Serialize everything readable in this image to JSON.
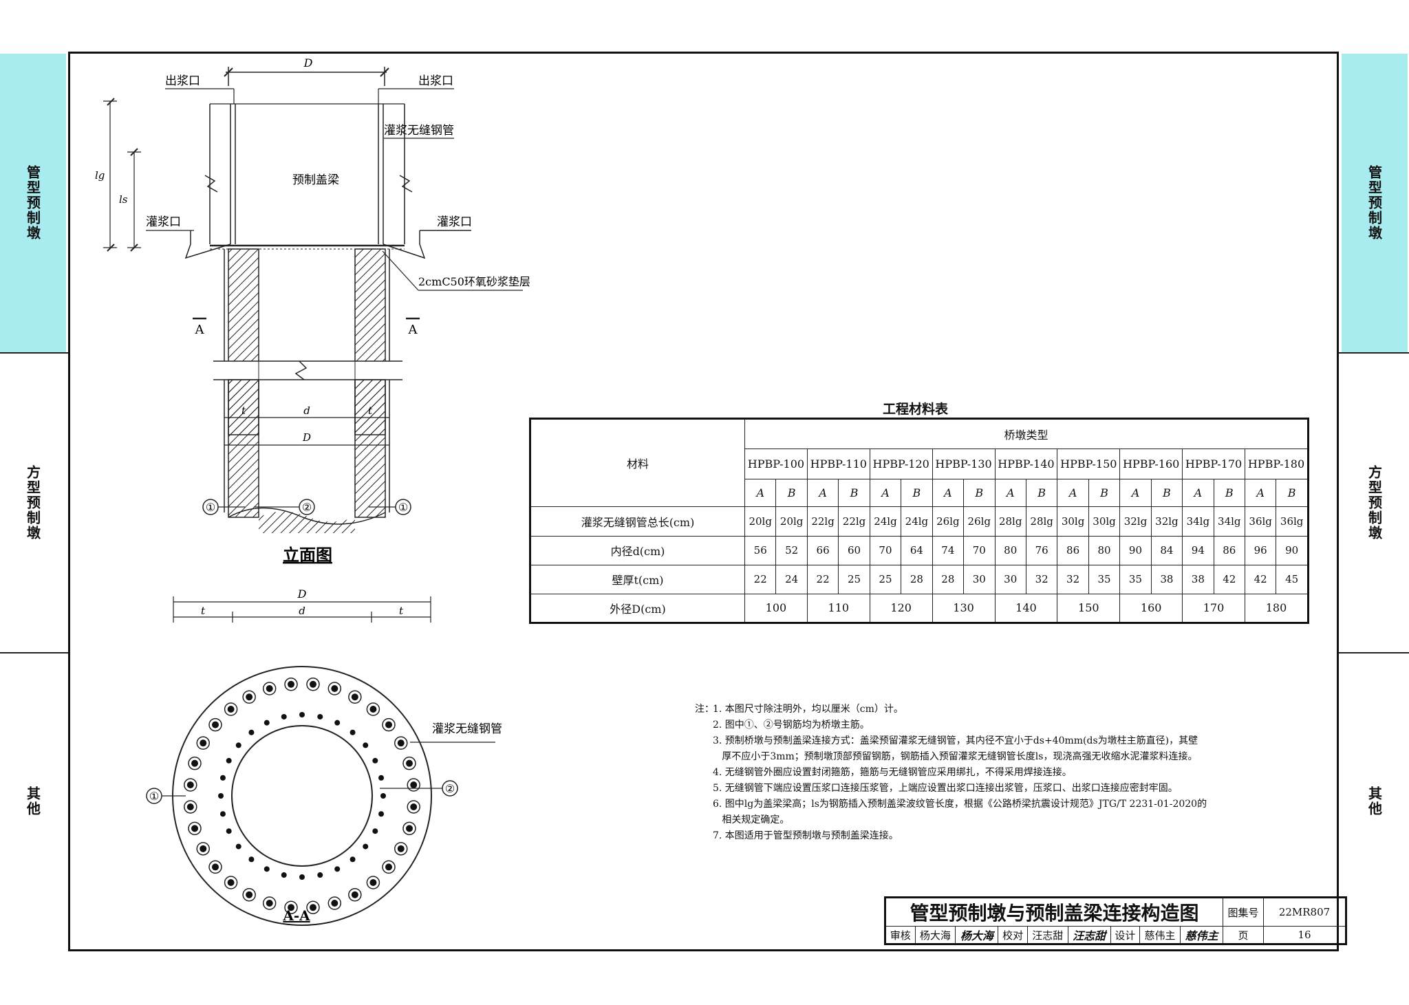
{
  "side_tabs": {
    "left": [
      "管型预制墩",
      "方型预制墩",
      "其他"
    ],
    "right": [
      "管型预制墩",
      "方型预制墩",
      "其他"
    ]
  },
  "elevation": {
    "title": "立面图",
    "labels": {
      "outlet_left": "出浆口",
      "outlet_right": "出浆口",
      "grout_pipe": "灌浆无缝钢管",
      "cap_beam": "预制盖梁",
      "inlet_left": "灌浆口",
      "inlet_right": "灌浆口",
      "mortar": "2cmC50环氧砂浆垫层",
      "section_a_left": "A",
      "section_a_right": "A",
      "dim_D_top": "D",
      "dim_lg": "lg",
      "dim_ls": "ls",
      "dim_t1": "t",
      "dim_d": "d",
      "dim_t2": "t",
      "dim_D": "D",
      "bar1_left": "①",
      "bar2": "②",
      "bar1_right": "①"
    }
  },
  "section": {
    "title": "A-A",
    "labels": {
      "dim_D": "D",
      "dim_t1": "t",
      "dim_d": "d",
      "dim_t2": "t",
      "grout_pipe": "灌浆无缝钢管",
      "bar1": "①",
      "bar2": "②"
    }
  },
  "material_table": {
    "title": "工程材料表",
    "header_material": "材料",
    "header_type": "桥墩类型",
    "types": [
      "HPBP-100",
      "HPBP-110",
      "HPBP-120",
      "HPBP-130",
      "HPBP-140",
      "HPBP-150",
      "HPBP-160",
      "HPBP-170",
      "HPBP-180"
    ],
    "subheaders": [
      "A",
      "B"
    ],
    "rows": [
      {
        "label": "灌浆无缝钢管总长(cm)",
        "values": [
          "20lg",
          "20lg",
          "22lg",
          "22lg",
          "24lg",
          "24lg",
          "26lg",
          "26lg",
          "28lg",
          "28lg",
          "30lg",
          "30lg",
          "32lg",
          "32lg",
          "34lg",
          "34lg",
          "36lg",
          "36lg"
        ]
      },
      {
        "label": "内径d(cm)",
        "values": [
          "56",
          "52",
          "66",
          "60",
          "70",
          "64",
          "74",
          "70",
          "80",
          "76",
          "86",
          "80",
          "90",
          "84",
          "94",
          "86",
          "96",
          "90"
        ]
      },
      {
        "label": "壁厚t(cm)",
        "values": [
          "22",
          "24",
          "22",
          "25",
          "25",
          "28",
          "28",
          "30",
          "30",
          "32",
          "32",
          "35",
          "35",
          "38",
          "38",
          "42",
          "42",
          "45"
        ]
      }
    ],
    "outer_row": {
      "label": "外径D(cm)",
      "values": [
        "100",
        "110",
        "120",
        "130",
        "140",
        "150",
        "160",
        "170",
        "180"
      ]
    }
  },
  "notes": {
    "label": "注：",
    "items": [
      "1. 本图尺寸除注明外，均以厘米（cm）计。",
      "2. 图中①、②号钢筋均为桥墩主筋。",
      "3. 预制桥墩与预制盖梁连接方式：盖梁预留灌浆无缝钢管，其内径不宜小于ds+40mm(ds为墩柱主筋直径)，其壁",
      "   厚不应小于3mm；预制墩顶部预留钢筋，钢筋插入预留灌浆无缝钢管长度ls，现浇高强无收缩水泥灌浆料连接。",
      "4. 无缝钢管外圈应设置封闭箍筋，箍筋与无缝钢管应采用绑扎，不得采用焊接连接。",
      "5. 无缝钢管下端应设置压浆口连接压浆管，上端应设置出浆口连接出浆管，压浆口、出浆口连接应密封牢固。",
      "6. 图中lg为盖梁梁高；ls为钢筋插入预制盖梁波纹管长度，根据《公路桥梁抗震设计规范》JTG/T 2231-01-2020的",
      "   相关规定确定。",
      "7. 本图适用于管型预制墩与预制盖梁连接。"
    ]
  },
  "title_block": {
    "drawing_title": "管型预制墩与预制盖梁连接构造图",
    "atlas_label": "图集号",
    "atlas_no": "22MR807",
    "review_label": "审核",
    "reviewer": "杨大海",
    "reviewer_sig": "杨大海",
    "check_label": "校对",
    "checker": "汪志甜",
    "checker_sig": "汪志甜",
    "design_label": "设计",
    "designer": "慈伟主",
    "designer_sig": "慈伟主",
    "page_label": "页",
    "page_no": "16"
  }
}
